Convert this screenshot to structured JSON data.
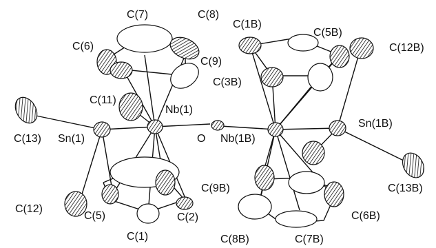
{
  "labels": {
    "c7": "C(7)",
    "c8": "C(8)",
    "c1b": "C(1B)",
    "c5b": "C(5B)",
    "c6": "C(6)",
    "c9": "C(9)",
    "c12b": "C(12B)",
    "c3b": "C(3B)",
    "c11": "C(11)",
    "c13": "C(13)",
    "nb1": "Nb(1)",
    "sn1b": "Sn(1B)",
    "sn1": "Sn(1)",
    "o": "O",
    "nb1b": "Nb(1B)",
    "c9b": "C(9B)",
    "c13b": "C(13B)",
    "c12": "C(12)",
    "c5": "C(5)",
    "c2": "C(2)",
    "c6b": "C(6B)",
    "c1": "C(1)",
    "c8b": "C(8B)",
    "c7b": "C(7B)"
  }
}
